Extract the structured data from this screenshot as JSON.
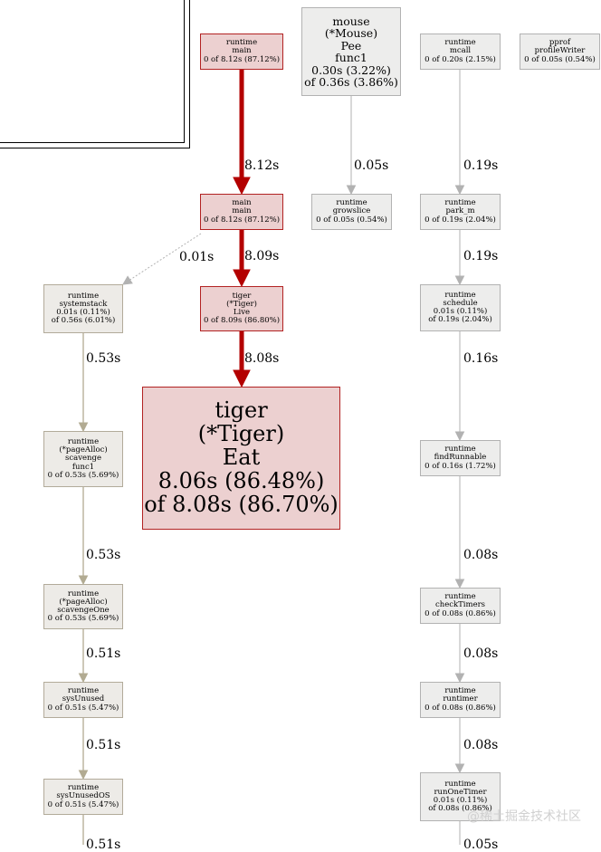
{
  "colors": {
    "hot_fill": "#ecd0d0",
    "hot_border": "#b22222",
    "hot_edge": "#b30000",
    "cold_fill": "#ededec",
    "cold_border": "#b2b2b2",
    "cold_edge": "#b2b2b2",
    "warm_fill": "#edebe7",
    "warm_border": "#b2ab9a",
    "warm_edge": "#b2ab92"
  },
  "watermark": "@稀土掘金技术社区",
  "nodes": [
    {
      "id": "runtime_main",
      "lines": [
        "runtime",
        "main",
        "0 of 8.12s (87.12%)"
      ]
    },
    {
      "id": "main_main",
      "lines": [
        "main",
        "main",
        "0 of 8.12s (87.12%)"
      ]
    },
    {
      "id": "tiger_live",
      "lines": [
        "tiger",
        "(*Tiger)",
        "Live",
        "0 of 8.09s (86.80%)"
      ]
    },
    {
      "id": "tiger_eat",
      "lines": [
        "tiger",
        "(*Tiger)",
        "Eat",
        "8.06s (86.48%)",
        "of 8.08s (86.70%)"
      ]
    },
    {
      "id": "mouse_pee",
      "lines": [
        "mouse",
        "(*Mouse)",
        "Pee",
        "func1",
        "0.30s (3.22%)",
        "of 0.36s (3.86%)"
      ]
    },
    {
      "id": "runtime_growslice",
      "lines": [
        "runtime",
        "growslice",
        "0 of 0.05s (0.54%)"
      ]
    },
    {
      "id": "runtime_mcall",
      "lines": [
        "runtime",
        "mcall",
        "0 of 0.20s (2.15%)"
      ]
    },
    {
      "id": "pprof_profilewriter",
      "lines": [
        "pprof",
        "profileWriter",
        "0 of 0.05s (0.54%)"
      ]
    },
    {
      "id": "runtime_park_m",
      "lines": [
        "runtime",
        "park_m",
        "0 of 0.19s (2.04%)"
      ]
    },
    {
      "id": "runtime_schedule",
      "lines": [
        "runtime",
        "schedule",
        "0.01s (0.11%)",
        "of 0.19s (2.04%)"
      ]
    },
    {
      "id": "runtime_findrunnable",
      "lines": [
        "runtime",
        "findRunnable",
        "0 of 0.16s (1.72%)"
      ]
    },
    {
      "id": "runtime_checktimers",
      "lines": [
        "runtime",
        "checkTimers",
        "0 of 0.08s (0.86%)"
      ]
    },
    {
      "id": "runtime_runtimer",
      "lines": [
        "runtime",
        "runtimer",
        "0 of 0.08s (0.86%)"
      ]
    },
    {
      "id": "runtime_runonetimer",
      "lines": [
        "runtime",
        "runOneTimer",
        "0.01s (0.11%)",
        "of 0.08s (0.86%)"
      ]
    },
    {
      "id": "runtime_systemstack",
      "lines": [
        "runtime",
        "systemstack",
        "0.01s (0.11%)",
        "of 0.56s (6.01%)"
      ]
    },
    {
      "id": "pagealloc_scavenge_func1",
      "lines": [
        "runtime",
        "(*pageAlloc)",
        "scavenge",
        "func1",
        "0 of 0.53s (5.69%)"
      ]
    },
    {
      "id": "pagealloc_scavengeone",
      "lines": [
        "runtime",
        "(*pageAlloc)",
        "scavengeOne",
        "0 of 0.53s (5.69%)"
      ]
    },
    {
      "id": "runtime_sysunused",
      "lines": [
        "runtime",
        "sysUnused",
        "0 of 0.51s (5.47%)"
      ]
    },
    {
      "id": "runtime_sysunusedos",
      "lines": [
        "runtime",
        "sysUnusedOS",
        "0 of 0.51s (5.47%)"
      ]
    }
  ],
  "edges": [
    {
      "from": "runtime_main",
      "to": "main_main",
      "label": "8.12s"
    },
    {
      "from": "main_main",
      "to": "tiger_live",
      "label": "8.09s"
    },
    {
      "from": "main_main",
      "to": "runtime_systemstack",
      "label": "0.01s"
    },
    {
      "from": "tiger_live",
      "to": "tiger_eat",
      "label": "8.08s"
    },
    {
      "from": "mouse_pee",
      "to": "runtime_growslice",
      "label": "0.05s"
    },
    {
      "from": "runtime_mcall",
      "to": "runtime_park_m",
      "label": "0.19s"
    },
    {
      "from": "runtime_park_m",
      "to": "runtime_schedule",
      "label": "0.19s"
    },
    {
      "from": "runtime_schedule",
      "to": "runtime_findrunnable",
      "label": "0.16s"
    },
    {
      "from": "runtime_findrunnable",
      "to": "runtime_checktimers",
      "label": "0.08s"
    },
    {
      "from": "runtime_checktimers",
      "to": "runtime_runtimer",
      "label": "0.08s"
    },
    {
      "from": "runtime_runtimer",
      "to": "runtime_runonetimer",
      "label": "0.08s"
    },
    {
      "from": "runtime_runonetimer",
      "to": null,
      "label": "0.05s"
    },
    {
      "from": "runtime_systemstack",
      "to": "pagealloc_scavenge_func1",
      "label": "0.53s"
    },
    {
      "from": "pagealloc_scavenge_func1",
      "to": "pagealloc_scavengeone",
      "label": "0.53s"
    },
    {
      "from": "pagealloc_scavengeone",
      "to": "runtime_sysunused",
      "label": "0.51s"
    },
    {
      "from": "runtime_sysunused",
      "to": "runtime_sysunusedos",
      "label": "0.51s"
    },
    {
      "from": "runtime_sysunusedos",
      "to": null,
      "label": "0.51s"
    }
  ]
}
